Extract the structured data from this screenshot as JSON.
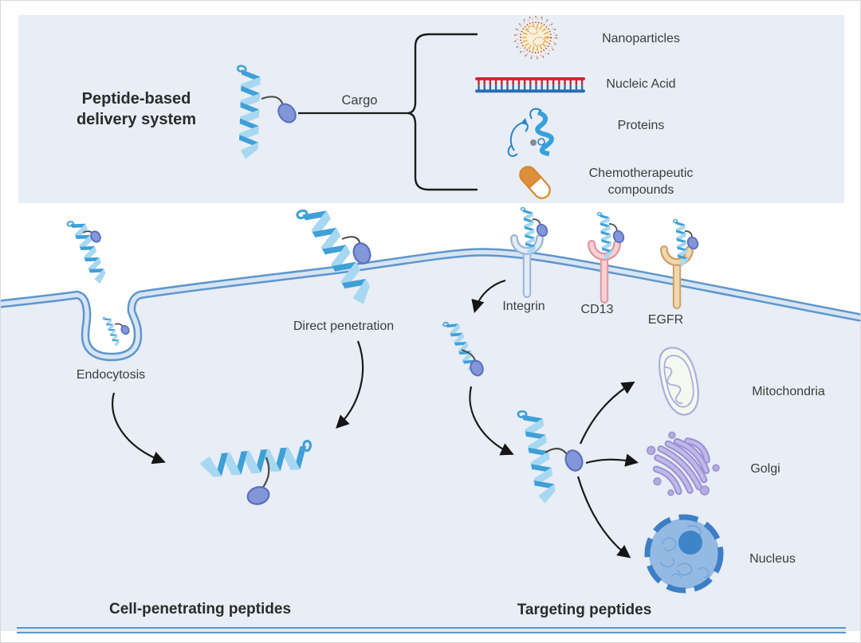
{
  "banner": {
    "title_line1": "Peptide-based",
    "title_line2": "delivery system",
    "cargo_label": "Cargo",
    "items": [
      {
        "icon": "nanoparticle-icon",
        "label": "Nanoparticles"
      },
      {
        "icon": "nucleic-acid-icon",
        "label": "Nucleic Acid"
      },
      {
        "icon": "protein-icon",
        "label": "Proteins"
      },
      {
        "icon": "capsule-icon",
        "label_line1": "Chemotherapeutic",
        "label_line2": "compounds"
      }
    ]
  },
  "cell": {
    "left_pathway": {
      "endocytosis_label": "Endocytosis",
      "direct_penetration_label": "Direct penetration",
      "title": "Cell-penetrating peptides"
    },
    "right_pathway": {
      "receptors": [
        {
          "label": "Integrin"
        },
        {
          "label": "CD13"
        },
        {
          "label": "EGFR"
        }
      ],
      "organelles": [
        {
          "label": "Mitochondria"
        },
        {
          "label": "Golgi"
        },
        {
          "label": "Nucleus"
        }
      ],
      "title": "Targeting peptides"
    }
  },
  "colors": {
    "panel_bg": "#e8edf6",
    "membrane_line": "#5e96cc",
    "membrane_fill": "#d6e4f3",
    "helix_dark": "#3fa0d6",
    "helix_light": "#a8d8f1",
    "cargo_fill": "#8296d8",
    "cargo_stroke": "#5a6fbe",
    "integrin": "#9db4d6",
    "cd13": "#dd97a1",
    "egfr": "#cfa066",
    "mitochondria_outline": "#a9aede",
    "golgi": "#9a90d4",
    "nucleus_ring": "#3d7fc4",
    "nanoparticle": "#e0791f",
    "nucleic_acid_red": "#c9252b",
    "nucleic_acid_blue": "#2a6cb3",
    "protein": "#2e99d6",
    "capsule": "#dd8f3c",
    "arrow": "#1a1a1a",
    "text": "#3d3d3d"
  }
}
